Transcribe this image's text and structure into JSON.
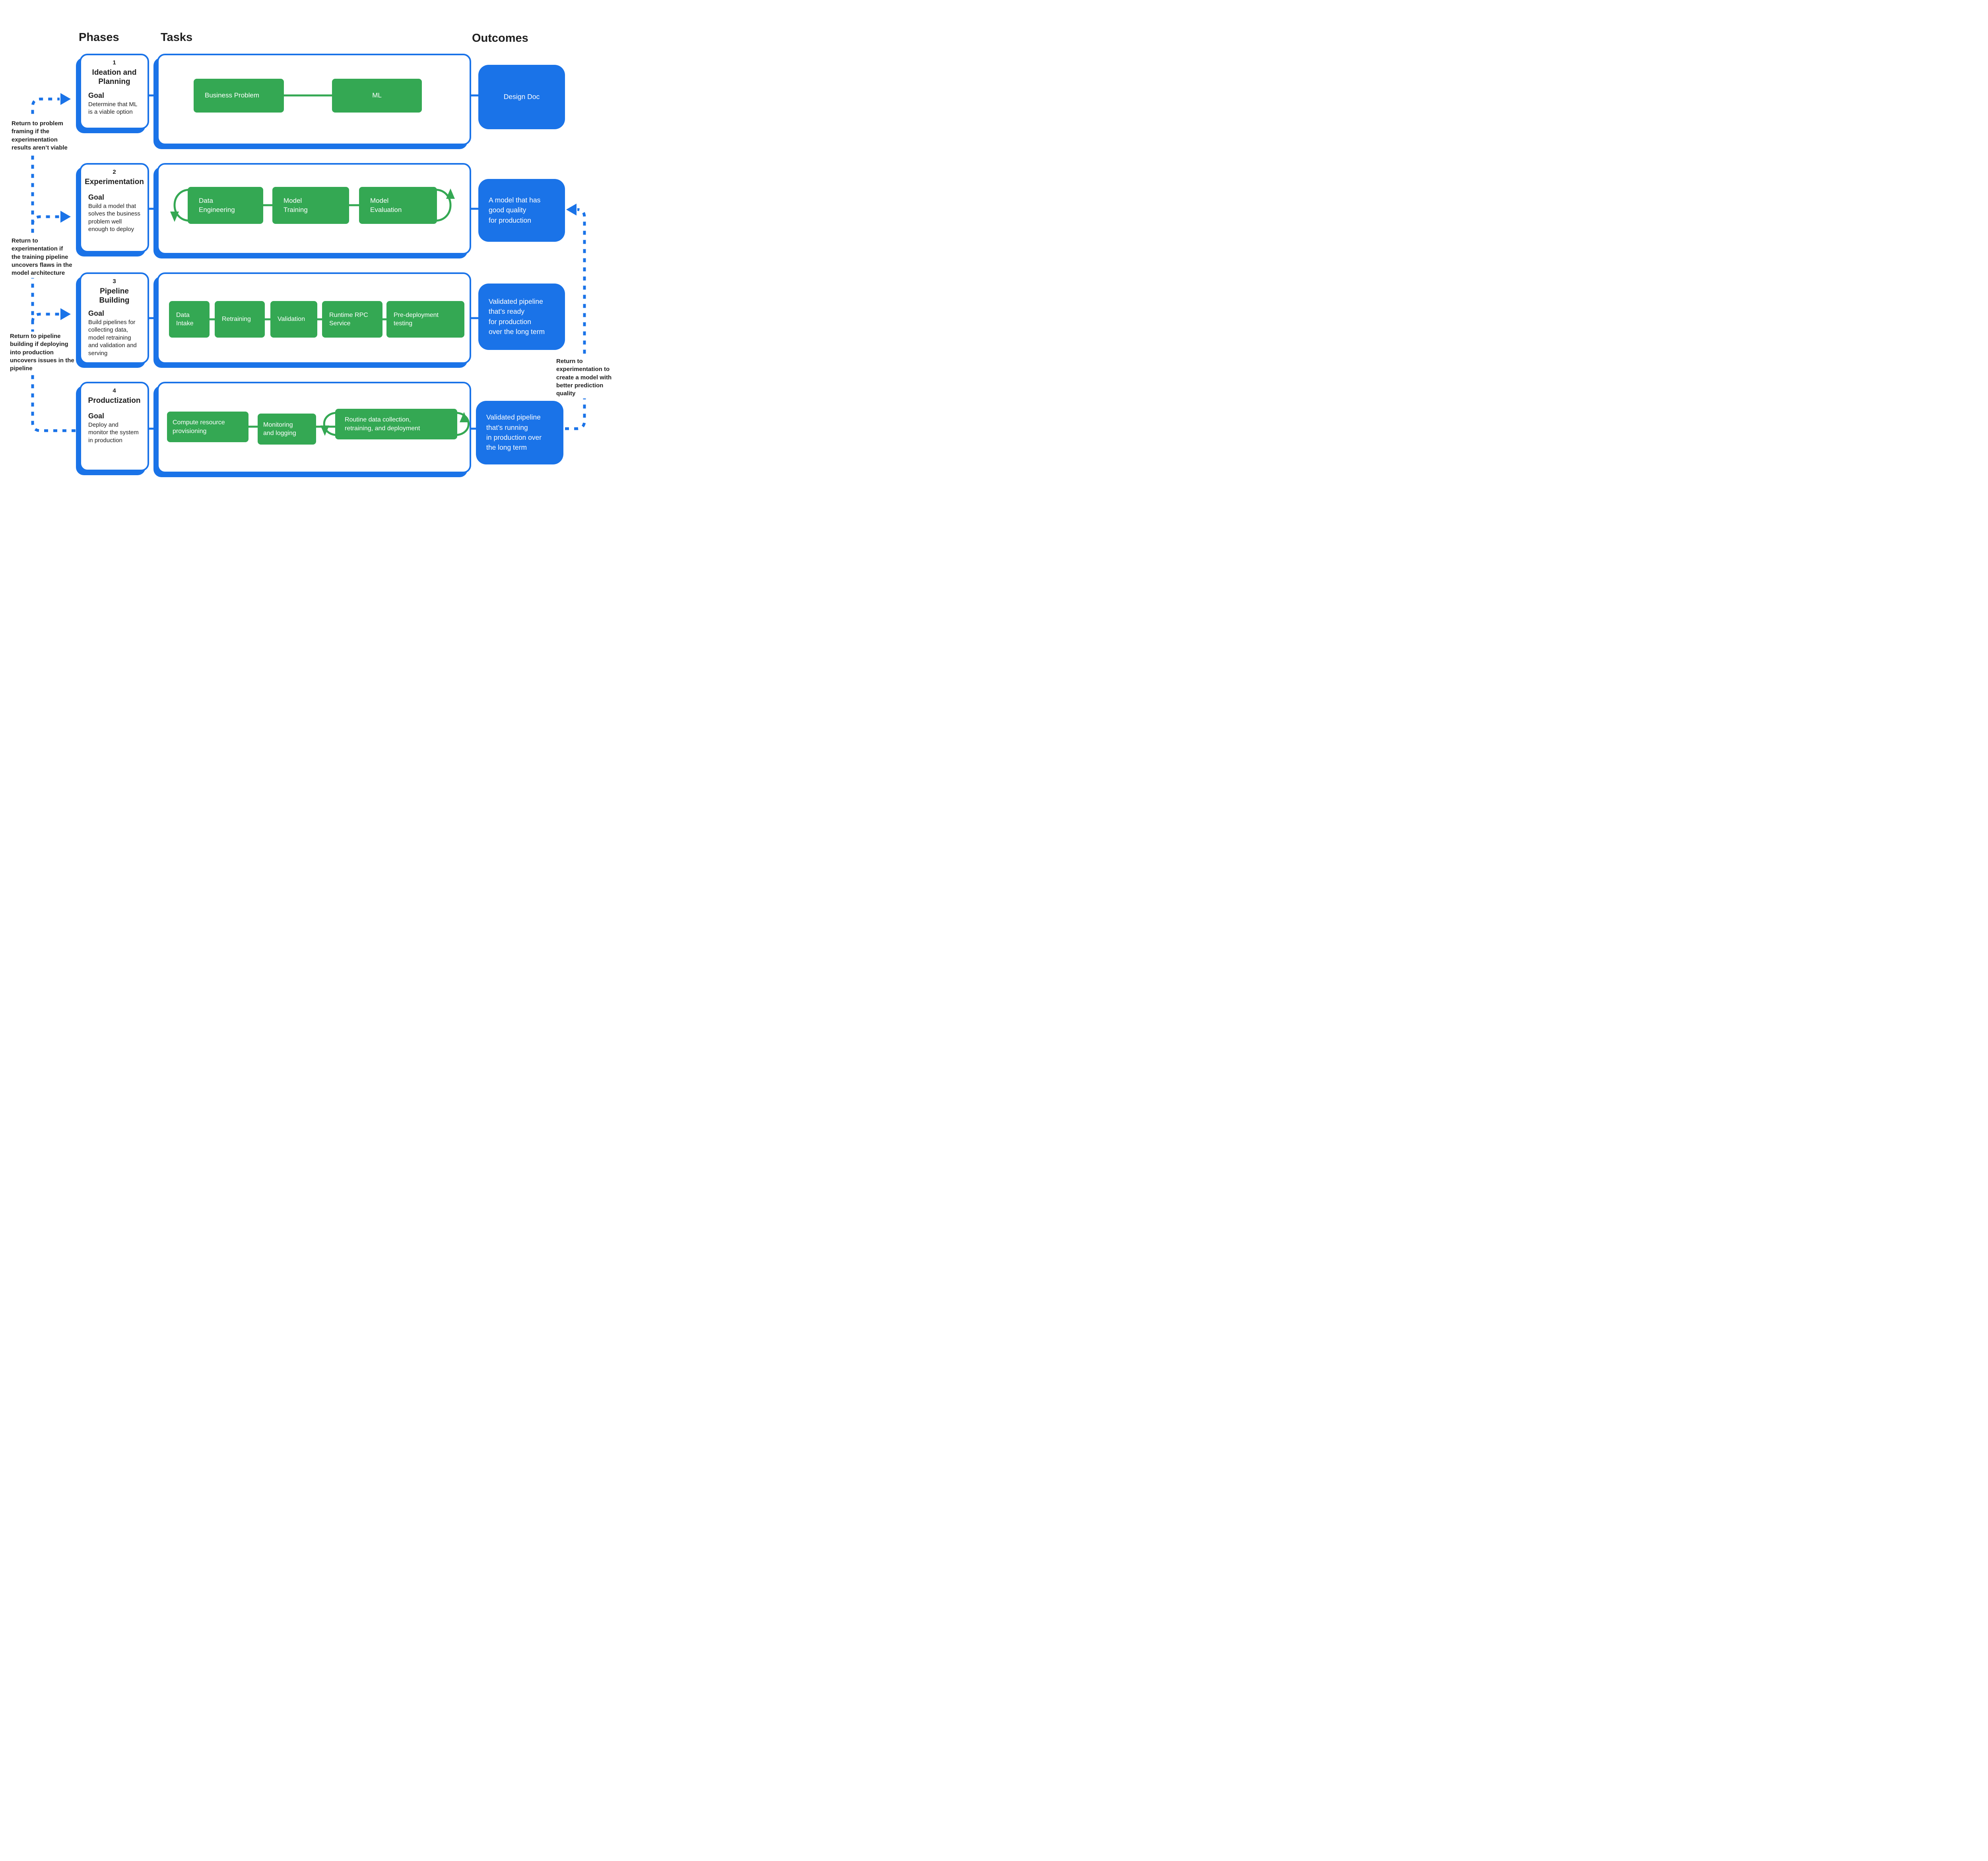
{
  "header": {
    "phases": "Phases",
    "tasks": "Tasks",
    "outcomes": "Outcomes"
  },
  "colors": {
    "accent_blue": "#1a73e8",
    "task_green": "#34a853",
    "text": "#1f1f1f",
    "white": "#ffffff"
  },
  "phases": [
    {
      "number": "1",
      "title": "Ideation and\nPlanning",
      "goal_label": "Goal",
      "goal": "Determine that ML\nis a viable option",
      "tasks": [
        "Business Problem",
        "ML"
      ],
      "outcome": "Design Doc"
    },
    {
      "number": "2",
      "title": "Experimentation",
      "goal_label": "Goal",
      "goal": "Build a model that\nsolves the business\nproblem well\nenough to deploy",
      "tasks": [
        "Data\nEngineering",
        "Model\nTraining",
        "Model\nEvaluation"
      ],
      "outcome": "A model that has\ngood quality\nfor production"
    },
    {
      "number": "3",
      "title": "Pipeline Building",
      "goal_label": "Goal",
      "goal": "Build pipelines for\ncollecting data,\nmodel retraining\nand validation and\nserving",
      "tasks": [
        "Data\nIntake",
        "Retraining",
        "Validation",
        "Runtime RPC\nService",
        "Pre-deployment\ntesting"
      ],
      "outcome": "Validated pipeline\nthat’s ready\nfor production\nover the long term"
    },
    {
      "number": "4",
      "title": "Productization",
      "goal_label": "Goal",
      "goal": "Deploy and\nmonitor the system\nin production",
      "tasks": [
        "Compute resource\nprovisioning",
        "Monitoring\nand logging",
        "Routine data collection,\nretraining, and deployment"
      ],
      "outcome": "Validated pipeline\nthat’s running\nin production over\nthe long term"
    }
  ],
  "annotations": {
    "left": [
      "Return to problem\nframing if the\nexperimentation\nresults aren’t viable",
      "Return to\nexperimentation if\nthe training pipeline\nuncovers flaws in the\nmodel architecture",
      "Return to pipeline\nbuilding if deploying\ninto production\nuncovers issues in the\npipeline"
    ],
    "right": "Return to\nexperimentation to\ncreate a model with\nbetter prediction\nquality"
  }
}
